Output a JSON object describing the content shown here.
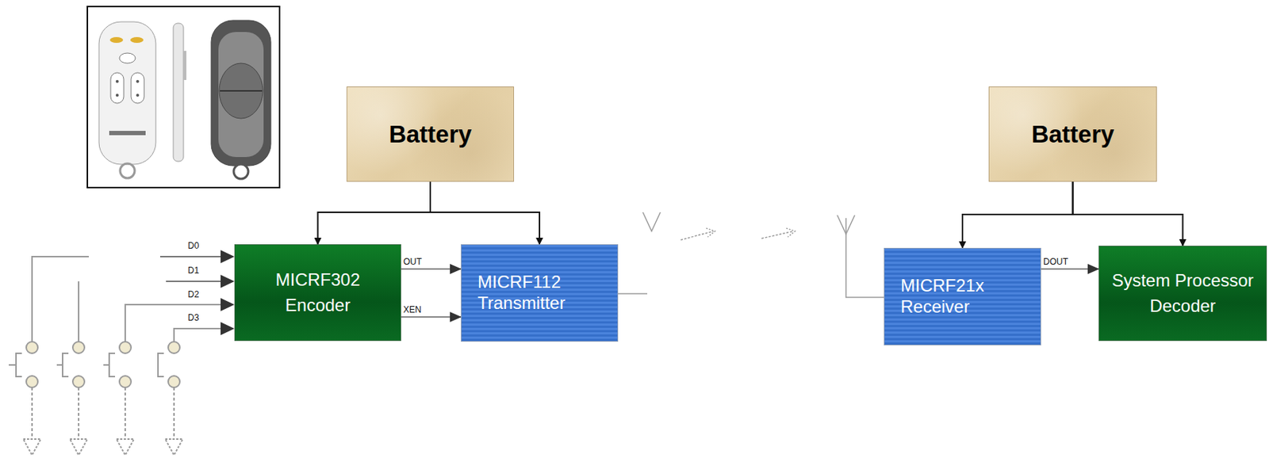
{
  "diagram": {
    "nodes": [
      {
        "text": [
          "Battery"
        ]
      },
      {
        "text": [
          "MICRF302 Encoder"
        ]
      },
      {
        "text": [
          "MICRF112 Transmitter"
        ]
      },
      {
        "text": [
          "Battery"
        ]
      },
      {
        "text": [
          "MICRF21x Receiver"
        ]
      },
      {
        "text": [
          "System Processor Decoder"
        ]
      }
    ],
    "edges": [
      {
        "from": 0,
        "to": 1,
        "arrow": "to"
      },
      {
        "from": 0,
        "to": 2,
        "arrow": "to"
      },
      {
        "from": 1,
        "to": 2,
        "label": "OUT",
        "arrow": "to"
      },
      {
        "from": 1,
        "to": 2,
        "label": "XEN",
        "arrow": "to"
      },
      {
        "from": 3,
        "to": 4,
        "arrow": "to"
      },
      {
        "from": 3,
        "to": 5,
        "arrow": "to"
      },
      {
        "from": 4,
        "to": 5,
        "label": "DOUT",
        "arrow": "to"
      }
    ],
    "labels": [
      "D0",
      "D1",
      "D2",
      "D3"
    ]
  }
}
